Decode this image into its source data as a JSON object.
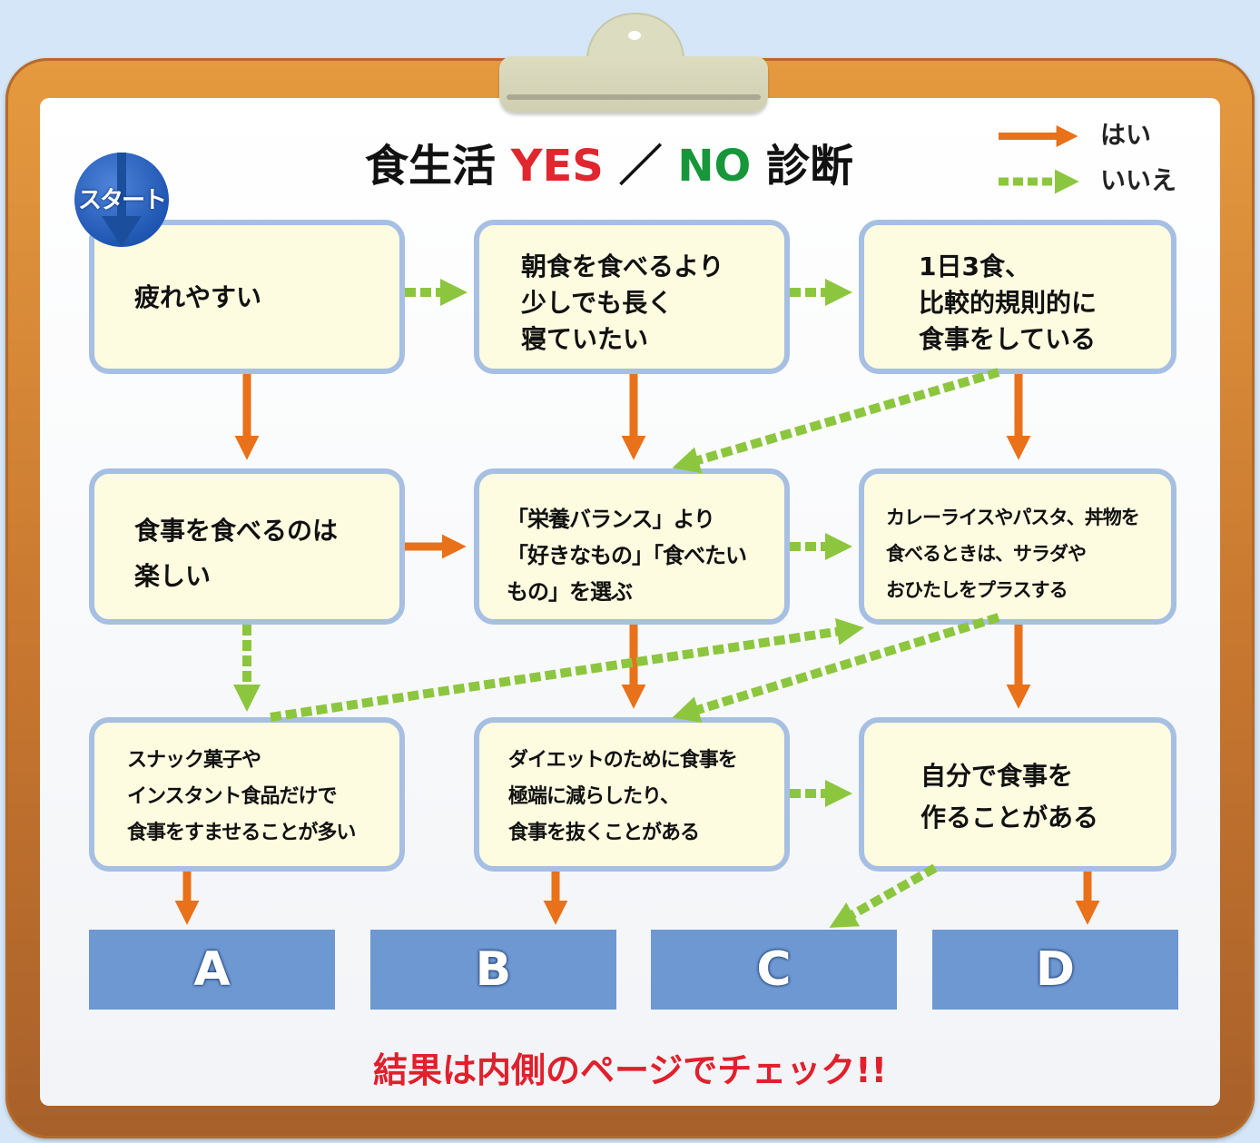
{
  "title": {
    "main": "食生活",
    "yes": "YES",
    "sep": "／",
    "no": "NO",
    "suffix": "診断"
  },
  "legend": {
    "yes_label": "はい",
    "no_label": "いいえ"
  },
  "start_label": "スタート",
  "colors": {
    "yes_arrow": "#e8711a",
    "no_arrow": "#8cc63f",
    "box_fill": "#fdfbe0",
    "box_border": "#a6bfe3",
    "result_fill": "#6d98d2",
    "footer_text": "#e0202d"
  },
  "nodes": {
    "q1": "疲れやすい",
    "q2": "朝食を食べるより\n少しでも長く\n寝ていたい",
    "q3": "1日3食、\n比較的規則的に\n食事をしている",
    "q4": "食事を食べるのは\n楽しい",
    "q5": "「栄養バランス」より\n「好きなもの」「食べたい\nもの」を選ぶ",
    "q6": "カレーライスやパスタ、丼物を\n食べるときは、サラダや\nおひたしをプラスする",
    "q7": "スナック菓子や\nインスタント食品だけで\n食事をすませることが多い",
    "q8": "ダイエットのために食事を\n極端に減らしたり、\n食事を抜くことがある",
    "q9": "自分で食事を\n作ることがある"
  },
  "results": [
    "A",
    "B",
    "C",
    "D"
  ],
  "footer": "結果は内側のページでチェック!!"
}
